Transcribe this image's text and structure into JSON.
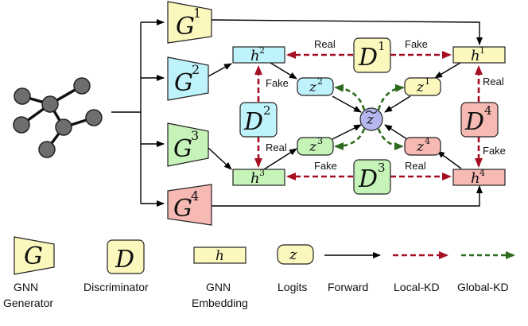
{
  "colors": {
    "yellow": "#fbf7bd",
    "blue": "#bff3fb",
    "green": "#c5f3b8",
    "red": "#f7b9b4",
    "node": "#6e6e6e",
    "local_kd": "#a50e23",
    "global_kd": "#2d6a1b",
    "z_hat_fill": "#b7b7f0"
  },
  "generators": [
    {
      "base": "G",
      "sup": "1"
    },
    {
      "base": "G",
      "sup": "2"
    },
    {
      "base": "G",
      "sup": "3"
    },
    {
      "base": "G",
      "sup": "4"
    }
  ],
  "embeddings": [
    {
      "base": "h",
      "sup": "1"
    },
    {
      "base": "h",
      "sup": "2"
    },
    {
      "base": "h",
      "sup": "3"
    },
    {
      "base": "h",
      "sup": "4"
    }
  ],
  "logits": [
    {
      "base": "z",
      "sup": "1"
    },
    {
      "base": "z",
      "sup": "2"
    },
    {
      "base": "z",
      "sup": "3"
    },
    {
      "base": "z",
      "sup": "4"
    }
  ],
  "discriminators": [
    {
      "base": "D",
      "sup": "1"
    },
    {
      "base": "D",
      "sup": "2"
    },
    {
      "base": "D",
      "sup": "3"
    },
    {
      "base": "D",
      "sup": "4"
    }
  ],
  "z_hat": "z",
  "edge_labels": {
    "real": "Real",
    "fake": "Fake"
  },
  "legend": {
    "generator_symbol": "G",
    "generator_label_line1": "GNN",
    "generator_label_line2": "Generator",
    "discriminator_symbol": "D",
    "discriminator_label": "Discriminator",
    "embedding_symbol": "h",
    "embedding_label_line1": "GNN",
    "embedding_label_line2": "Embedding",
    "logits_symbol": "z",
    "logits_label": "Logits",
    "forward_label": "Forward",
    "local_kd_label": "Local-KD",
    "global_kd_label": "Global-KD"
  }
}
